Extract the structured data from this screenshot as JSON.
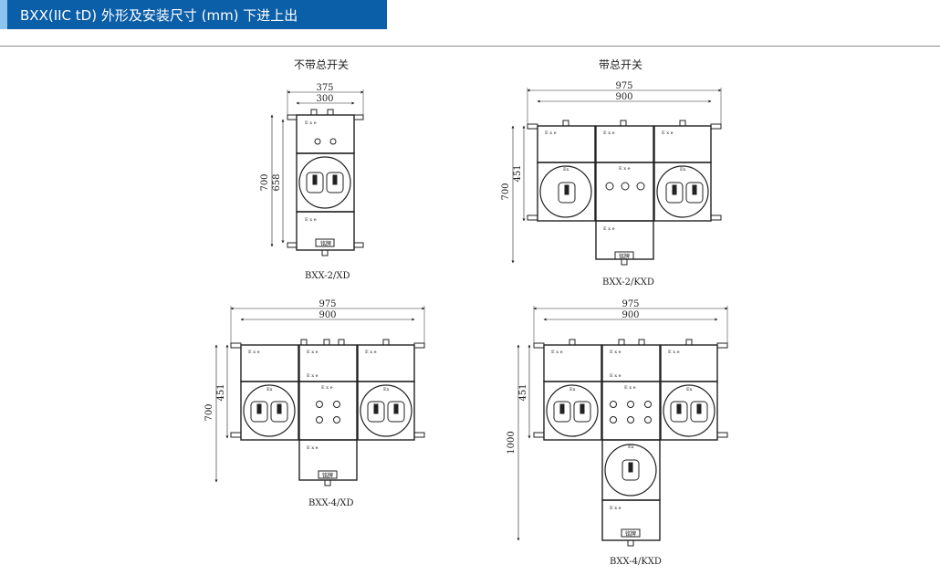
{
  "header": {
    "title": "BXX(IIC tD) 外形及安装尺寸 (mm) 下进上出",
    "color": "#0b5ea8"
  },
  "captions": {
    "without_switch": "不带总开关",
    "with_switch": "带总开关"
  },
  "models": {
    "d1": "BXX-2/XD",
    "d2": "BXX-2/KXD",
    "d3": "BXX-4/XD",
    "d4": "BXX-4/KXD"
  },
  "dimensions": {
    "d1": {
      "w_outer": "375",
      "w_inner": "300",
      "h_outer": "700",
      "h_inner": "658"
    },
    "d2": {
      "w_outer": "975",
      "w_inner": "900",
      "h_outer": "700",
      "h_inner": "451"
    },
    "d3": {
      "w_outer": "975",
      "w_inner": "900",
      "h_outer": "700",
      "h_inner": "451"
    },
    "d4": {
      "w_outer": "975",
      "w_inner": "900",
      "h_outer": "1000",
      "h_inner": "451"
    }
  },
  "markings": {
    "ex_box": "E x e",
    "ex_round": "Ex",
    "nameplate": "铭牌"
  }
}
